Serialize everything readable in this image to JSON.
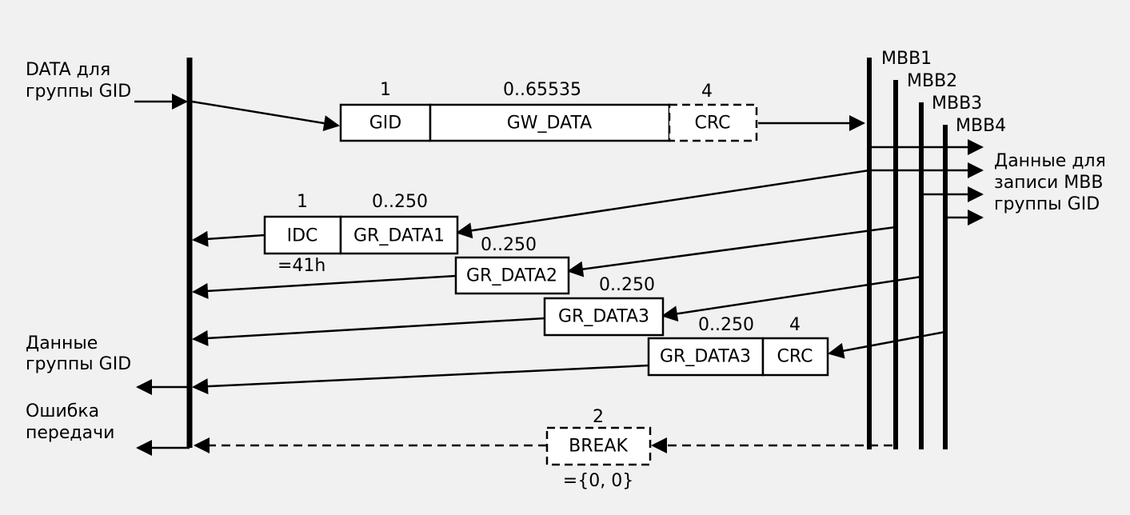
{
  "left_labels": {
    "input_line1": "DATA для",
    "input_line2": "группы GID",
    "output_line1": "Данные",
    "output_line2": "группы GID",
    "error_line1": "Ошибка",
    "error_line2": "передачи"
  },
  "right_labels": {
    "bus1": "MBB1",
    "bus2": "MBB2",
    "bus3": "MBB3",
    "bus4": "MBB4",
    "write_line1": "Данные для",
    "write_line2": "записи MBB",
    "write_line3": "группы GID"
  },
  "request_frame": {
    "gid_size": "1",
    "gid": "GID",
    "data_size": "0..65535",
    "data": "GW_DATA",
    "crc_size": "4",
    "crc": "CRC"
  },
  "response_1": {
    "idc_size": "1",
    "idc": "IDC",
    "idc_value": "=41h",
    "data_size": "0..250",
    "data": "GR_DATA1"
  },
  "response_2": {
    "data_size": "0..250",
    "data": "GR_DATA2"
  },
  "response_3": {
    "data_size": "0..250",
    "data": "GR_DATA3"
  },
  "response_4": {
    "data_size": "0..250",
    "data": "GR_DATA3",
    "crc_size": "4",
    "crc": "CRC"
  },
  "break_frame": {
    "size": "2",
    "label": "BREAK",
    "value": "={0, 0}"
  },
  "colors": {
    "background": "#f1f1f1",
    "ink": "#000000",
    "box_fill": "#ffffff"
  }
}
